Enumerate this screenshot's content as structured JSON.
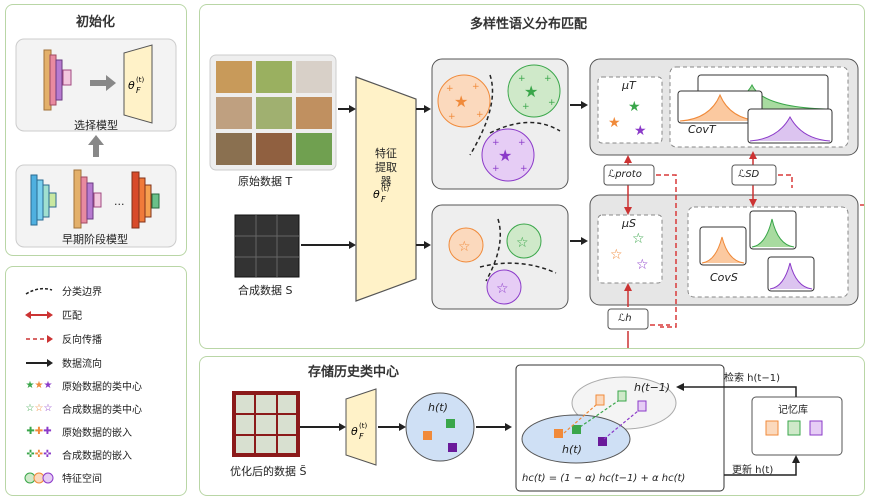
{
  "init": {
    "title": "初始化",
    "select_label": "选择模型",
    "early_label": "早期阶段模型",
    "ellipsis": "...",
    "model_symbol": "θF(t)"
  },
  "legend": [
    {
      "symbol": "- - -",
      "label": "分类边界"
    },
    {
      "symbol": "⟷",
      "label": "匹配"
    },
    {
      "symbol": "- - ▸",
      "label": "反向传播"
    },
    {
      "symbol": "⟶",
      "label": "数据流向"
    },
    {
      "symbol": "★★★",
      "label": "原始数据的类中心"
    },
    {
      "symbol": "☆☆☆",
      "label": "合成数据的类中心"
    },
    {
      "symbol": "✚✚✚",
      "label": "原始数据的嵌入"
    },
    {
      "symbol": "✜✜✜",
      "label": "合成数据的嵌入"
    },
    {
      "symbol": "◯◯◯",
      "label": "特征空间"
    }
  ],
  "match": {
    "title": "多样性语义分布匹配",
    "original_label": "原始数据 T",
    "synthetic_label": "合成数据 S",
    "extractor_label": "特征提取器",
    "extractor_symbol": "θF(t)",
    "mu_t": "μT",
    "mu_s": "μS",
    "cov_t": "CovT",
    "cov_s": "CovS",
    "l_proto": "ℒproto",
    "l_sd": "ℒSD",
    "l_h": "ℒh"
  },
  "history": {
    "title": "存储历史类中心",
    "optimized_label": "优化后的数据 S̃",
    "model_symbol": "θF(t)",
    "h_t": "h(t)",
    "h_t_minus": "h(t−1)",
    "h_c": "hc(t)",
    "memory_label": "记忆库",
    "retrieve_label": "检索 h(t−1)",
    "update_label": "更新 h(t)",
    "formula": "hc(t) = (1 − α) hc(t−1) + α hc(t)"
  },
  "colors": {
    "orange": "#f08a3a",
    "green": "#3aa64a",
    "purple": "#8b3ac9",
    "red": "#d93a3a",
    "border": "#b9d6a6",
    "yellow": "#fff2c8"
  }
}
